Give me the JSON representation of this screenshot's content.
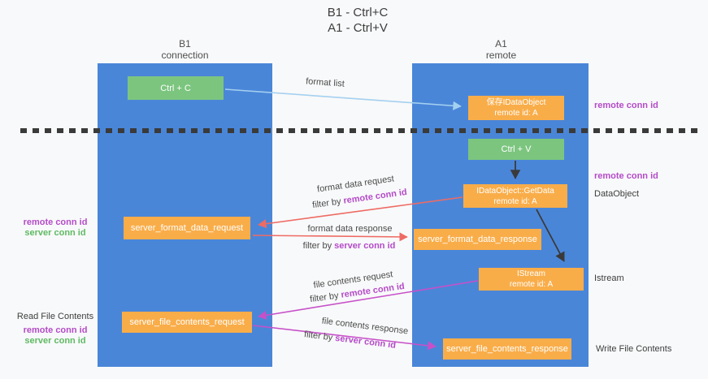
{
  "title": {
    "line1": "B1 - Ctrl+C",
    "line2": "A1 - Ctrl+V"
  },
  "lanes": {
    "left": {
      "title": "B1",
      "subtitle": "connection"
    },
    "right": {
      "title": "A1",
      "subtitle": "remote"
    }
  },
  "nodes": {
    "ctrl_c": {
      "label": "Ctrl + C"
    },
    "ctrl_v": {
      "label": "Ctrl + V"
    },
    "save_dataobject": {
      "line1": "保存IDataObject",
      "line2": "remote id: A"
    },
    "getdata": {
      "line1": "IDataObject::GetData",
      "line2": "remote id: A"
    },
    "istream": {
      "line1": "IStream",
      "line2": "remote id: A"
    },
    "format_request": {
      "label": "server_format_data_request"
    },
    "format_response": {
      "label": "server_format_data_response"
    },
    "file_request": {
      "label": "server_file_contents_request"
    },
    "file_response": {
      "label": "server_file_contents_response"
    }
  },
  "edge_labels": {
    "format_list": "format list",
    "format_data_request": "format data request",
    "format_data_request_filter": {
      "prefix": "filter by ",
      "key": "remote conn id"
    },
    "format_data_response": "format data response",
    "format_data_response_filter": {
      "prefix": "filter by ",
      "key": "server conn id"
    },
    "file_contents_request": "file contents request",
    "file_contents_request_filter": {
      "prefix": "filter by ",
      "key": "remote conn id"
    },
    "file_contents_response": "file contents response",
    "file_contents_response_filter": {
      "prefix": "filter by ",
      "key": "server conn id"
    }
  },
  "annotations": {
    "right_remote_conn_id_1": "remote conn id",
    "right_remote_conn_id_2": "remote conn id",
    "right_dataobject": "DataObject",
    "right_istream": "Istream",
    "right_write_file_contents": "Write File Contents",
    "left_remote_conn_id_1": "remote conn id",
    "left_server_conn_id_1": "server conn id",
    "left_read_file_contents": "Read File Contents",
    "left_remote_conn_id_2": "remote conn id",
    "left_server_conn_id_2": "server conn id"
  },
  "colors": {
    "lane_blue": "#4a86d8",
    "node_green": "#7cc57f",
    "node_orange": "#f9ad49",
    "arrow_red": "#ee6b64",
    "arrow_magenta": "#c750c9",
    "arrow_blue": "#a4d0f0",
    "arrow_black": "#3a3a3a",
    "id_purple": "#b44bc8",
    "id_green": "#5fba63"
  }
}
